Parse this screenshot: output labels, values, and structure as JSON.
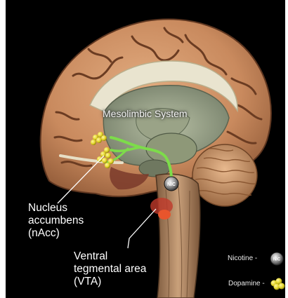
{
  "diagram": {
    "title": "Mesolimbic System",
    "labels": {
      "nacc": [
        "Nucleus",
        "accumbens",
        "(nAcc)"
      ],
      "vta": [
        "Ventral",
        "tegmental area",
        "(VTA)"
      ]
    },
    "marker_text": "NIC",
    "legend": [
      {
        "label": "Nicotine -",
        "icon": "nicotine-molecule-icon",
        "color": "#9a9a9a"
      },
      {
        "label": "Dopamine -",
        "icon": "dopamine-cluster-icon",
        "color": "#e3d52a"
      }
    ],
    "colors": {
      "background": "#000000",
      "cortex": "#c98a5e",
      "pathway": "#7ddc4a",
      "dopamine": "#e3d52a",
      "brainstem": "#b98f6a"
    }
  }
}
